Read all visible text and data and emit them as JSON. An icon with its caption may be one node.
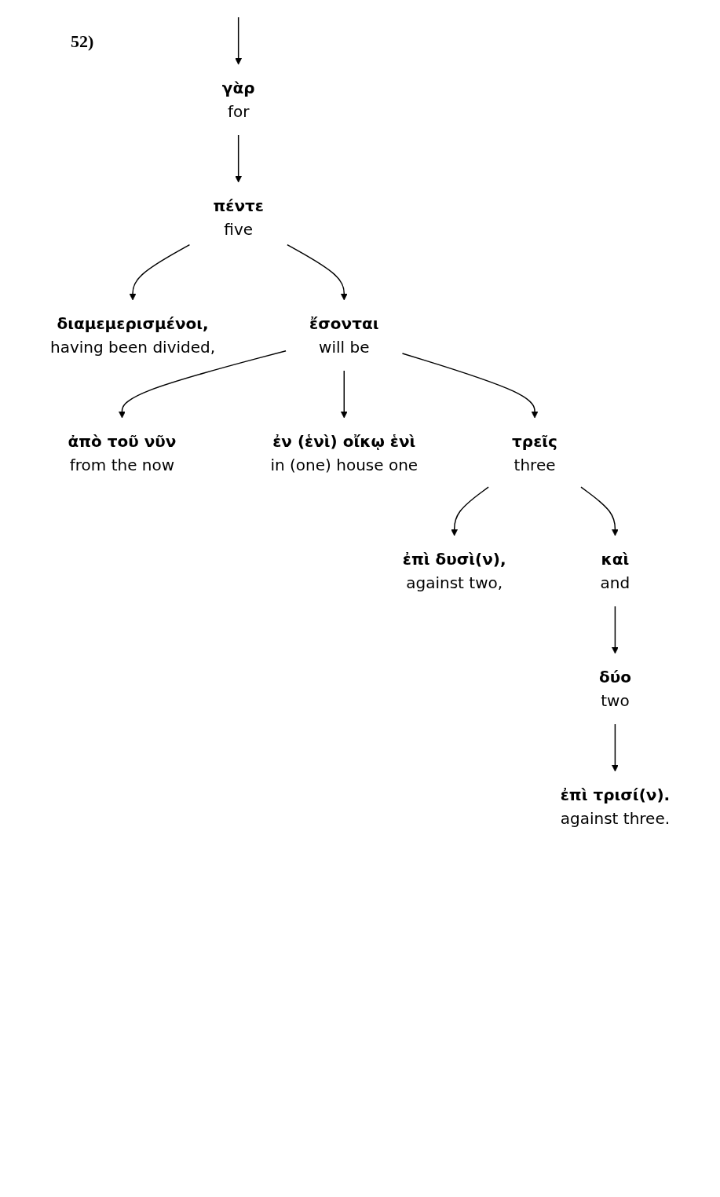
{
  "diagram": {
    "nodes": [
      {
        "text": [
          "γὰρ",
          "for"
        ]
      },
      {
        "text": [
          "πέντε",
          "five"
        ]
      },
      {
        "text": [
          "διαμεμερισμένοι,",
          "having been divided,"
        ]
      },
      {
        "text": [
          "ἔσονται",
          "will be"
        ]
      },
      {
        "text": [
          "ἀπὸ τοῦ νῦν",
          "from the now"
        ]
      },
      {
        "text": [
          "ἐν (ἑνὶ) οἴκῳ ἑνὶ",
          "in (one) house one"
        ]
      },
      {
        "text": [
          "τρεῖς",
          "three"
        ]
      },
      {
        "text": [
          "ἐπὶ δυσὶ(ν),",
          "against two,"
        ]
      },
      {
        "text": [
          "καὶ",
          "and"
        ]
      },
      {
        "text": [
          "δύο",
          "two"
        ]
      },
      {
        "text": [
          "ἐπὶ τρισί(ν).",
          "against three."
        ]
      }
    ],
    "edges": [
      {
        "from": null,
        "to": 0,
        "arrow": "to"
      },
      {
        "from": 0,
        "to": 1,
        "arrow": "to"
      },
      {
        "from": 1,
        "to": 2,
        "arrow": "to"
      },
      {
        "from": 1,
        "to": 3,
        "arrow": "to"
      },
      {
        "from": 3,
        "to": 4,
        "arrow": "to"
      },
      {
        "from": 3,
        "to": 5,
        "arrow": "to"
      },
      {
        "from": 3,
        "to": 6,
        "arrow": "to"
      },
      {
        "from": 6,
        "to": 7,
        "arrow": "to"
      },
      {
        "from": 6,
        "to": 8,
        "arrow": "to"
      },
      {
        "from": 8,
        "to": 9,
        "arrow": "to"
      },
      {
        "from": 9,
        "to": 10,
        "arrow": "to"
      }
    ],
    "labels": [
      "52)"
    ]
  }
}
